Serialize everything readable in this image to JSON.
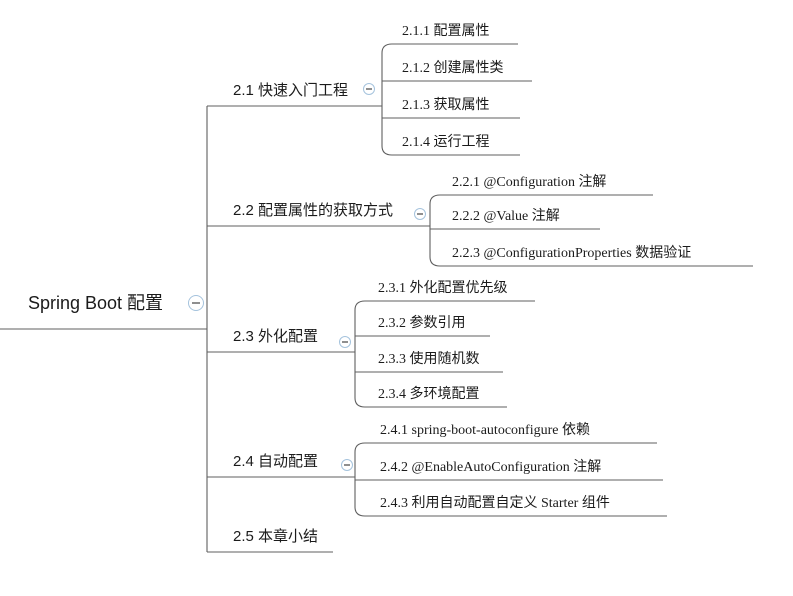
{
  "app": {
    "type": "mindmap"
  },
  "root": {
    "label": "Spring Boot 配置",
    "collapse_icon": "minus"
  },
  "branches": [
    {
      "label": "2.1 快速入门工程",
      "collapse_icon": "minus",
      "children": [
        "2.1.1 配置属性",
        "2.1.2 创建属性类",
        "2.1.3 获取属性",
        "2.1.4 运行工程"
      ]
    },
    {
      "label": "2.2 配置属性的获取方式",
      "collapse_icon": "minus",
      "children": [
        "2.2.1 @Configuration 注解",
        "2.2.2 @Value 注解",
        "2.2.3 @ConfigurationProperties 数据验证"
      ]
    },
    {
      "label": "2.3 外化配置",
      "collapse_icon": "minus",
      "children": [
        "2.3.1 外化配置优先级",
        "2.3.2 参数引用",
        "2.3.3 使用随机数",
        "2.3.4 多环境配置"
      ]
    },
    {
      "label": "2.4 自动配置",
      "collapse_icon": "minus",
      "children": [
        "2.4.1 spring-boot-autoconfigure 依赖",
        "2.4.2 @EnableAutoConfiguration 注解",
        "2.4.3 利用自动配置自定义 Starter 组件"
      ]
    },
    {
      "label": "2.5 本章小结",
      "children": []
    }
  ],
  "colors": {
    "background": "#ffffff",
    "line": "#5f5f5f",
    "text": "#1b1b1b",
    "collapse_circle_stroke": "#a5c3dd",
    "collapse_minus": "#8f8f8f"
  }
}
